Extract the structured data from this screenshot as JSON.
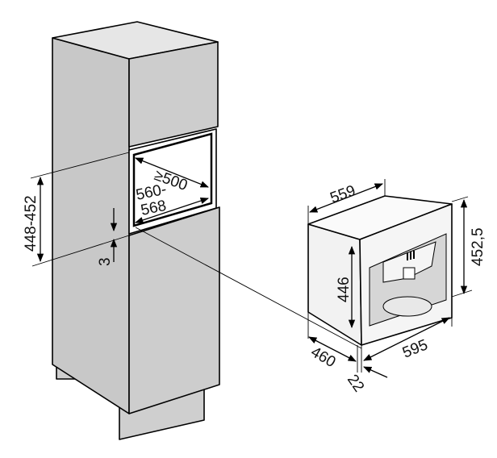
{
  "diagram": {
    "niche": {
      "depth_label": "≥500",
      "width_label_1": "560-",
      "width_label_2": "568",
      "height_label": "448-452",
      "gap_label": "3"
    },
    "appliance": {
      "depth_label": "559",
      "total_height_label": "452,5",
      "body_height_label": "446",
      "side_depth_label": "460",
      "width_label": "595",
      "front_thickness_label": "22"
    },
    "colors": {
      "panel": "#cfcfcf",
      "panel_dark": "#bdbdbd",
      "line": "#000000"
    }
  }
}
